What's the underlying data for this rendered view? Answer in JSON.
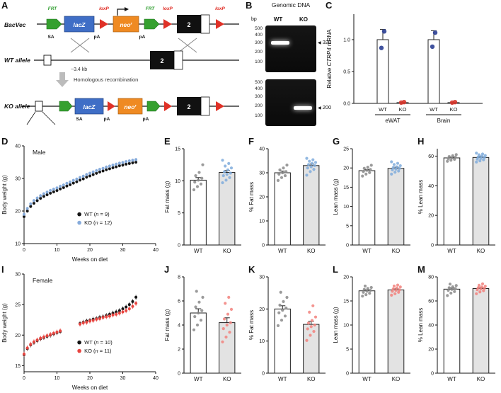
{
  "figure": {
    "background": "#ffffff"
  },
  "panels": {
    "A": {
      "letter": "A",
      "labels": {
        "bacvec": "BacVec",
        "wt_allele": "WT allele",
        "ko_allele": "KO allele",
        "frt": "FRT",
        "loxp": "loxP",
        "sa": "SA",
        "pa": "pA",
        "lacz": "lacZ",
        "neo": "neo",
        "neo_sup": "r",
        "exon2": "2",
        "kb": "~3.4 kb",
        "homrec": "Homologous recombination"
      }
    },
    "B": {
      "letter": "B",
      "title": "Genomic DNA",
      "bp": "bp",
      "lanes": [
        "WT",
        "KO"
      ],
      "ladder": [
        "500",
        "400",
        "300",
        "200",
        "100"
      ],
      "arrow_icon": "◀",
      "gel1_label": "320",
      "gel2_label": "200"
    },
    "C": {
      "letter": "C"
    },
    "D": {
      "letter": "D"
    },
    "E": {
      "letter": "E"
    },
    "F": {
      "letter": "F"
    },
    "G": {
      "letter": "G"
    },
    "H": {
      "letter": "H"
    },
    "I": {
      "letter": "I"
    },
    "J": {
      "letter": "J"
    },
    "K": {
      "letter": "K"
    },
    "L": {
      "letter": "L"
    },
    "M": {
      "letter": "M"
    }
  },
  "chart_data": [
    {
      "id": "C",
      "type": "grouped-bar",
      "ylabel_parts": [
        {
          "t": "Relative "
        },
        {
          "t": "CTRP4",
          "i": true
        },
        {
          "t": " mRNA"
        }
      ],
      "ylim": [
        0,
        1.4
      ],
      "ytick_vals": [
        0,
        0.5,
        1
      ],
      "ytick_labels": [
        "0.0",
        "0.5",
        "1.0"
      ],
      "groups": [
        {
          "label": "eWAT",
          "bars": [
            {
              "cat": "WT",
              "value": 1.0,
              "error": 0.16,
              "points": [
                0.87,
                1.13
              ],
              "fill": "#ffffff",
              "point_color": "#2b3f93"
            },
            {
              "cat": "KO",
              "value": 0.012,
              "error": 0,
              "points": [
                0.012,
                0.02
              ],
              "fill": "#ffffff",
              "point_color": "#d6352b"
            }
          ]
        },
        {
          "label": "Brain",
          "bars": [
            {
              "cat": "WT",
              "value": 1.0,
              "error": 0.14,
              "points": [
                0.89,
                1.11
              ],
              "fill": "#ffffff",
              "point_color": "#2b3f93"
            },
            {
              "cat": "KO",
              "value": 0.012,
              "error": 0,
              "points": [
                0.012,
                0.02
              ],
              "fill": "#ffffff",
              "point_color": "#d6352b"
            }
          ]
        }
      ]
    },
    {
      "id": "D",
      "type": "scatter",
      "annotation": "Male",
      "xlabel": "Weeks on diet",
      "ylabel": "Body weight (g)",
      "xlim": [
        0,
        40
      ],
      "xticks": [
        0,
        10,
        20,
        30,
        40
      ],
      "ylim": [
        10,
        40
      ],
      "yticks": [
        10,
        20,
        30,
        40
      ],
      "point_error": 0.5,
      "series": [
        {
          "name": "WT",
          "color": "#151515",
          "x": [
            0,
            1,
            2,
            3,
            4,
            5,
            6,
            7,
            8,
            9,
            10,
            11,
            12,
            13,
            14,
            15,
            16,
            17,
            18,
            19,
            20,
            21,
            22,
            23,
            24,
            25,
            26,
            27,
            28,
            29,
            30,
            31,
            32,
            33,
            34
          ],
          "y": [
            18.3,
            20.0,
            21.4,
            22.4,
            23.2,
            23.9,
            24.5,
            25.0,
            25.5,
            25.9,
            26.3,
            26.8,
            27.2,
            27.7,
            28.1,
            28.6,
            29.0,
            29.5,
            29.9,
            30.4,
            30.8,
            31.2,
            31.6,
            32.0,
            32.3,
            32.7,
            33.0,
            33.3,
            33.6,
            33.9,
            34.1,
            34.4,
            34.6,
            34.8,
            35.0
          ]
        },
        {
          "name": "KO",
          "color": "#86abdb",
          "x": [
            0,
            1,
            2,
            3,
            4,
            5,
            6,
            7,
            8,
            9,
            10,
            11,
            12,
            13,
            14,
            15,
            16,
            17,
            18,
            19,
            20,
            21,
            22,
            23,
            24,
            25,
            26,
            27,
            28,
            29,
            30,
            31,
            32,
            33,
            34
          ],
          "y": [
            19.0,
            20.8,
            22.2,
            23.2,
            24.0,
            24.7,
            25.3,
            25.8,
            26.3,
            26.7,
            27.1,
            27.6,
            28.0,
            28.5,
            28.9,
            29.4,
            29.8,
            30.3,
            30.7,
            31.2,
            31.6,
            32.0,
            32.4,
            32.8,
            33.1,
            33.5,
            33.8,
            34.1,
            34.4,
            34.7,
            34.9,
            35.2,
            35.4,
            35.6,
            35.8
          ]
        }
      ],
      "legend": [
        {
          "color": "#151515",
          "parts": [
            {
              "t": "WT ("
            },
            {
              "t": "n",
              "i": true
            },
            {
              "t": " = 9)"
            }
          ]
        },
        {
          "color": "#86abdb",
          "parts": [
            {
              "t": "KO ("
            },
            {
              "t": "n",
              "i": true
            },
            {
              "t": " = 12)"
            }
          ]
        }
      ]
    },
    {
      "id": "E",
      "type": "bar",
      "ylabel_parts": [
        {
          "t": "Fat mass (g)"
        }
      ],
      "ylim": [
        0,
        15
      ],
      "yticks": [
        0,
        5,
        10,
        15
      ],
      "categories": [
        "WT",
        "KO"
      ],
      "values": [
        10.1,
        11.3
      ],
      "errors": [
        0.4,
        0.3
      ],
      "bar_fills": [
        "#ffffff",
        "#e3e3e3"
      ],
      "point_colors": [
        "#8a8a8a",
        "#7fabdc"
      ],
      "points": [
        [
          8.6,
          9.1,
          9.5,
          9.8,
          10.1,
          10.4,
          10.8,
          11.3,
          12.5
        ],
        [
          9.7,
          10.1,
          10.5,
          10.8,
          11.0,
          11.2,
          11.4,
          11.7,
          12.0,
          12.3,
          12.7,
          13.2
        ]
      ]
    },
    {
      "id": "F",
      "type": "bar",
      "ylabel_parts": [
        {
          "t": "% Fat mass"
        }
      ],
      "ylim": [
        0,
        40
      ],
      "yticks": [
        0,
        10,
        20,
        30,
        40
      ],
      "categories": [
        "WT",
        "KO"
      ],
      "values": [
        30.0,
        33.0
      ],
      "errors": [
        0.7,
        0.6
      ],
      "bar_fills": [
        "#ffffff",
        "#e3e3e3"
      ],
      "point_colors": [
        "#8a8a8a",
        "#7fabdc"
      ],
      "points": [
        [
          26.8,
          28.0,
          28.8,
          29.4,
          30.0,
          30.5,
          31.2,
          32.0,
          33.2
        ],
        [
          29.0,
          30.5,
          31.4,
          32.0,
          32.5,
          33.0,
          33.4,
          33.9,
          34.3,
          34.8,
          35.4,
          36.0
        ]
      ]
    },
    {
      "id": "G",
      "type": "bar",
      "ylabel_parts": [
        {
          "t": "Lean mass (g)"
        }
      ],
      "ylim": [
        0,
        25
      ],
      "yticks": [
        0,
        5,
        10,
        15,
        20,
        25
      ],
      "categories": [
        "WT",
        "KO"
      ],
      "values": [
        19.3,
        19.9
      ],
      "errors": [
        0.3,
        0.3
      ],
      "bar_fills": [
        "#ffffff",
        "#e3e3e3"
      ],
      "point_colors": [
        "#8a8a8a",
        "#7fabdc"
      ],
      "points": [
        [
          17.9,
          18.4,
          18.8,
          19.1,
          19.4,
          19.6,
          19.9,
          20.2,
          20.7
        ],
        [
          18.4,
          18.9,
          19.2,
          19.5,
          19.7,
          19.9,
          20.1,
          20.3,
          20.6,
          20.9,
          21.2,
          21.6
        ]
      ]
    },
    {
      "id": "H",
      "type": "bar",
      "ylabel_parts": [
        {
          "t": "% Lean mass"
        }
      ],
      "ylim": [
        0,
        65
      ],
      "yticks": [
        0,
        20,
        40,
        60
      ],
      "categories": [
        "WT",
        "KO"
      ],
      "values": [
        58.8,
        59.1
      ],
      "errors": [
        0.5,
        0.5
      ],
      "bar_fills": [
        "#ffffff",
        "#e3e3e3"
      ],
      "point_colors": [
        "#8a8a8a",
        "#7fabdc"
      ],
      "points": [
        [
          56.5,
          57.2,
          57.8,
          58.3,
          58.8,
          59.2,
          59.7,
          60.3,
          61.0
        ],
        [
          56.0,
          56.8,
          57.5,
          58.0,
          58.5,
          59.0,
          59.4,
          59.9,
          60.4,
          60.9,
          61.4,
          62.0
        ]
      ]
    },
    {
      "id": "I",
      "type": "scatter",
      "annotation": "Female",
      "xlabel": "Weeks on diet",
      "ylabel": "Body weight (g)",
      "xlim": [
        0,
        40
      ],
      "xticks": [
        0,
        10,
        20,
        30,
        40
      ],
      "ylim": [
        14,
        30
      ],
      "yticks": [
        15,
        20,
        25,
        30
      ],
      "point_error": 0.4,
      "series": [
        {
          "name": "WT",
          "color": "#151515",
          "x": [
            0,
            1,
            2,
            3,
            4,
            5,
            6,
            7,
            8,
            9,
            10,
            11,
            17,
            18,
            19,
            20,
            21,
            22,
            23,
            24,
            25,
            26,
            27,
            28,
            29,
            30,
            31,
            32,
            33,
            34
          ],
          "y": [
            16.8,
            17.8,
            18.4,
            18.8,
            19.1,
            19.4,
            19.6,
            19.8,
            20.0,
            20.2,
            20.4,
            20.6,
            21.9,
            22.1,
            22.3,
            22.4,
            22.6,
            22.7,
            22.9,
            23.0,
            23.2,
            23.4,
            23.6,
            23.8,
            24.0,
            24.3,
            24.6,
            25.0,
            25.5,
            26.2
          ]
        },
        {
          "name": "KO",
          "color": "#e8443f",
          "x": [
            0,
            1,
            2,
            3,
            4,
            5,
            6,
            7,
            8,
            9,
            10,
            11,
            17,
            18,
            19,
            20,
            21,
            22,
            23,
            24,
            25,
            26,
            27,
            28,
            29,
            30,
            31,
            32,
            33,
            34
          ],
          "y": [
            16.9,
            17.9,
            18.5,
            18.9,
            19.2,
            19.5,
            19.7,
            19.9,
            20.1,
            20.3,
            20.5,
            20.7,
            21.8,
            22.0,
            22.1,
            22.3,
            22.4,
            22.6,
            22.7,
            22.9,
            23.0,
            23.1,
            23.3,
            23.4,
            23.6,
            23.8,
            24.0,
            24.3,
            24.7,
            25.2
          ]
        }
      ],
      "legend": [
        {
          "color": "#151515",
          "parts": [
            {
              "t": "WT ("
            },
            {
              "t": "n",
              "i": true
            },
            {
              "t": " = 10)"
            }
          ]
        },
        {
          "color": "#e8443f",
          "parts": [
            {
              "t": "KO ("
            },
            {
              "t": "n",
              "i": true
            },
            {
              "t": " = 11)"
            }
          ]
        }
      ]
    },
    {
      "id": "J",
      "type": "bar",
      "ylabel_parts": [
        {
          "t": "Fat mass (g)"
        }
      ],
      "ylim": [
        0,
        8
      ],
      "yticks": [
        0,
        2,
        4,
        6,
        8
      ],
      "categories": [
        "WT",
        "KO"
      ],
      "values": [
        5.0,
        4.2
      ],
      "errors": [
        0.35,
        0.4
      ],
      "bar_fills": [
        "#ffffff",
        "#e3e3e3"
      ],
      "point_colors": [
        "#8a8a8a",
        "#f2817d"
      ],
      "points": [
        [
          3.6,
          4.0,
          4.4,
          4.7,
          5.0,
          5.2,
          5.5,
          5.9,
          6.3,
          6.8
        ],
        [
          2.6,
          3.0,
          3.4,
          3.7,
          4.0,
          4.2,
          4.5,
          4.9,
          5.3,
          5.8,
          6.3
        ]
      ]
    },
    {
      "id": "K",
      "type": "bar",
      "ylabel_parts": [
        {
          "t": "% Fat mass"
        }
      ],
      "ylim": [
        0,
        30
      ],
      "yticks": [
        0,
        10,
        20,
        30
      ],
      "categories": [
        "WT",
        "KO"
      ],
      "values": [
        20.0,
        15.2
      ],
      "errors": [
        1.0,
        1.0
      ],
      "bar_fills": [
        "#ffffff",
        "#e3e3e3"
      ],
      "point_colors": [
        "#8a8a8a",
        "#f2817d"
      ],
      "points": [
        [
          14.8,
          16.5,
          17.8,
          18.8,
          19.6,
          20.3,
          21.2,
          22.3,
          23.6,
          25.2
        ],
        [
          10.2,
          11.8,
          13.0,
          13.8,
          14.5,
          15.0,
          15.6,
          16.4,
          17.5,
          19.0,
          21.0
        ]
      ]
    },
    {
      "id": "L",
      "type": "bar",
      "ylabel_parts": [
        {
          "t": "Lean mass (g)"
        }
      ],
      "ylim": [
        0,
        20
      ],
      "yticks": [
        0,
        5,
        10,
        15,
        20
      ],
      "categories": [
        "WT",
        "KO"
      ],
      "values": [
        17.1,
        17.3
      ],
      "errors": [
        0.2,
        0.2
      ],
      "bar_fills": [
        "#ffffff",
        "#e3e3e3"
      ],
      "point_colors": [
        "#8a8a8a",
        "#f2817d"
      ],
      "points": [
        [
          16.0,
          16.3,
          16.6,
          16.8,
          17.0,
          17.2,
          17.4,
          17.6,
          17.8,
          18.1
        ],
        [
          16.2,
          16.5,
          16.8,
          17.0,
          17.2,
          17.3,
          17.5,
          17.7,
          17.9,
          18.1,
          18.3
        ]
      ]
    },
    {
      "id": "M",
      "type": "bar",
      "ylabel_parts": [
        {
          "t": "% Lean mass"
        }
      ],
      "ylim": [
        0,
        80
      ],
      "yticks": [
        0,
        20,
        40,
        60,
        80
      ],
      "categories": [
        "WT",
        "KO"
      ],
      "values": [
        69.8,
        70.3
      ],
      "errors": [
        0.9,
        0.8
      ],
      "bar_fills": [
        "#ffffff",
        "#e3e3e3"
      ],
      "point_colors": [
        "#8a8a8a",
        "#f2817d"
      ],
      "points": [
        [
          64.5,
          66.5,
          67.8,
          68.8,
          69.6,
          70.3,
          71.0,
          71.8,
          72.8,
          74.0
        ],
        [
          66.0,
          67.5,
          68.5,
          69.3,
          70.0,
          70.5,
          71.0,
          71.6,
          72.2,
          73.0,
          74.2
        ]
      ]
    }
  ]
}
